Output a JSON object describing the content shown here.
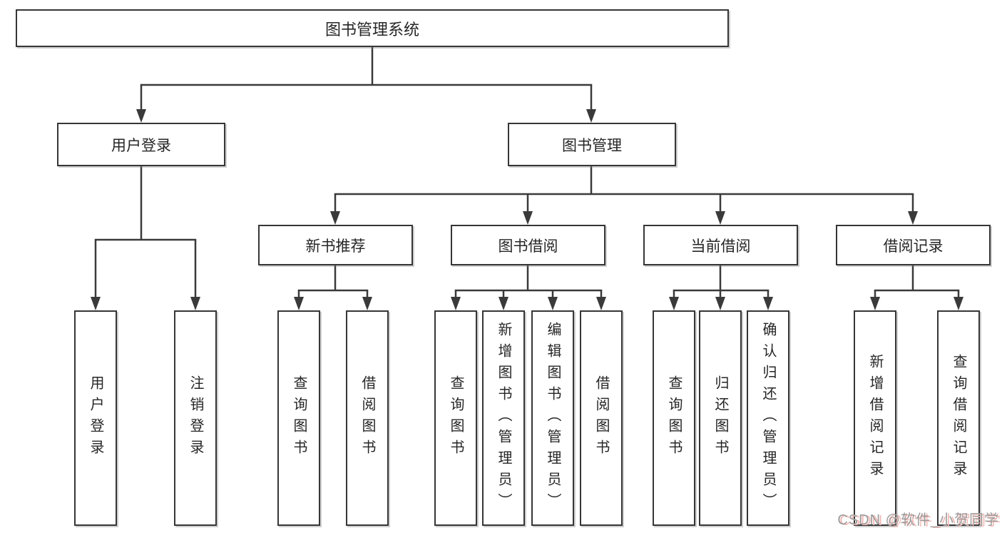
{
  "diagram_title": "图书管理系统",
  "tree": {
    "root": "图书管理系统",
    "branches": [
      {
        "label": "用户登录",
        "children": [
          "用户登录",
          "注销登录"
        ]
      },
      {
        "label": "图书管理",
        "children": [
          {
            "label": "新书推荐",
            "children": [
              "查询图书",
              "借阅图书"
            ]
          },
          {
            "label": "图书借阅",
            "children": [
              "查询图书",
              "新增图书（管理员）",
              "编辑图书（管理员）",
              "借阅图书"
            ]
          },
          {
            "label": "当前借阅",
            "children": [
              "查询图书",
              "归还图书",
              "确认归还（管理员）"
            ]
          },
          {
            "label": "借阅记录",
            "children": [
              "新增借阅记录",
              "查询借阅记录"
            ]
          }
        ]
      }
    ]
  },
  "watermark": "CSDN @软件_小贺同学",
  "colors": {
    "line": "#3a3a3a",
    "box_border": "#363636",
    "box_background": "#ffffff",
    "text": "#262626",
    "watermark_text": "#9b9b9b",
    "watermark_shadow": "#f2b8b4"
  }
}
